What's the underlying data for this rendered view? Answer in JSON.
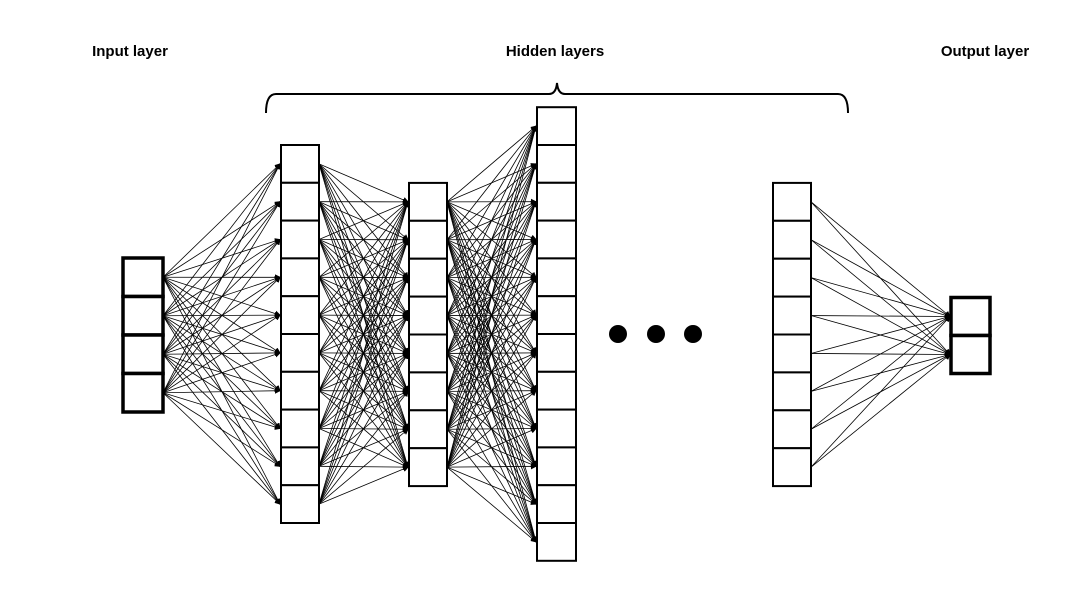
{
  "labels": {
    "input": "Input layer",
    "hidden": "Hidden layers",
    "output": "Output layer"
  },
  "layers": [
    {
      "name": "input",
      "units": 4
    },
    {
      "name": "hidden-1",
      "units": 10
    },
    {
      "name": "hidden-2",
      "units": 8
    },
    {
      "name": "hidden-3",
      "units": 12
    },
    {
      "name": "hidden-last",
      "units": 8
    },
    {
      "name": "output",
      "units": 2
    }
  ],
  "ellipsis_dots": 3,
  "colors": {
    "stroke": "#000000",
    "background": "#ffffff"
  }
}
